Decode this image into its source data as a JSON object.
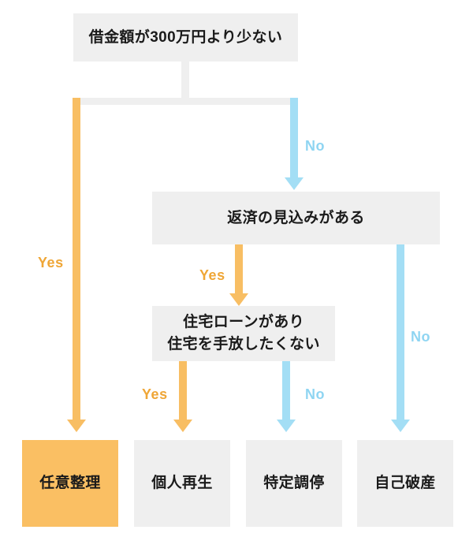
{
  "chart_data": {
    "type": "diagram",
    "subtype": "decision-flowchart",
    "title": "",
    "language": "ja",
    "colors": {
      "background": "#ffffff",
      "box_gray": "#efefef",
      "box_highlight": "#fabf63",
      "arrow_yes": "#f8be63",
      "arrow_no": "#a3def5",
      "label_yes": "#efa636",
      "label_no": "#8fd5f2",
      "connector_gray": "#efefef",
      "text": "#1a1a1a"
    },
    "nodes": [
      {
        "id": "q1",
        "kind": "question",
        "text": "借金額が300万円より少ない"
      },
      {
        "id": "q2",
        "kind": "question",
        "text": "返済の見込みがある"
      },
      {
        "id": "q3",
        "kind": "question",
        "text_line1": "住宅ローンがあり",
        "text_line2": "住宅を手放したくない"
      },
      {
        "id": "r1",
        "kind": "result",
        "text": "任意整理",
        "highlighted": true
      },
      {
        "id": "r2",
        "kind": "result",
        "text": "個人再生",
        "highlighted": false
      },
      {
        "id": "r3",
        "kind": "result",
        "text": "特定調停",
        "highlighted": false
      },
      {
        "id": "r4",
        "kind": "result",
        "text": "自己破産",
        "highlighted": false
      }
    ],
    "edges": [
      {
        "from": "q1",
        "to": "r1",
        "label": "Yes",
        "color": "yes"
      },
      {
        "from": "q1",
        "to": "q2",
        "label": "No",
        "color": "no"
      },
      {
        "from": "q2",
        "to": "q3",
        "label": "Yes",
        "color": "yes"
      },
      {
        "from": "q2",
        "to": "r4",
        "label": "No",
        "color": "no"
      },
      {
        "from": "q3",
        "to": "r2",
        "label": "Yes",
        "color": "yes"
      },
      {
        "from": "q3",
        "to": "r3",
        "label": "No",
        "color": "no"
      }
    ]
  },
  "nodes": {
    "q1": {
      "text": "借金額が300万円より少ない"
    },
    "q2": {
      "text": "返済の見込みがある"
    },
    "q3": {
      "line1": "住宅ローンがあり",
      "line2": "住宅を手放したくない"
    },
    "r1": {
      "text": "任意整理"
    },
    "r2": {
      "text": "個人再生"
    },
    "r3": {
      "text": "特定調停"
    },
    "r4": {
      "text": "自己破産"
    }
  },
  "labels": {
    "q1_yes": "Yes",
    "q1_no": "No",
    "q2_yes": "Yes",
    "q2_no": "No",
    "q3_yes": "Yes",
    "q3_no": "No"
  }
}
